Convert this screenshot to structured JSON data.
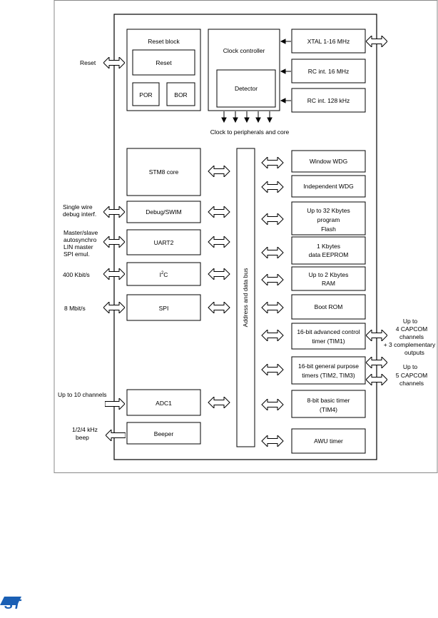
{
  "reset_block": {
    "title": "Reset block",
    "reset": "Reset",
    "por": "POR",
    "bor": "BOR",
    "ext_label": "Reset"
  },
  "clock": {
    "title": "Clock controller",
    "detector": "Detector",
    "xtal": "XTAL 1-16 MHz",
    "rc16": "RC int. 16 MHz",
    "rc128": "RC int. 128 kHz",
    "to_periph": "Clock to peripherals and core"
  },
  "core": {
    "label": "STM8 core"
  },
  "bus": {
    "label": "Address and data bus"
  },
  "left_blocks": {
    "debug": "Debug/SWIM",
    "uart": "UART2",
    "i2c_main": "I",
    "i2c_sup": "2",
    "i2c_tail": "C",
    "spi": "SPI",
    "adc": "ADC1",
    "beeper": "Beeper"
  },
  "left_labels": {
    "swim_l1": "Single wire",
    "swim_l2": "debug interf.",
    "uart_l1": "Master/slave",
    "uart_l2": "autosynchro",
    "uart_l3": "LIN master",
    "uart_l4": "SPI emul.",
    "i2c": "400 Kbit/s",
    "spi": "8 Mbit/s",
    "adc": "Up to 10 channels",
    "beep_l1": "1/2/4 kHz",
    "beep_l2": "beep"
  },
  "right_blocks": {
    "wwdg": "Window WDG",
    "iwdg": "Independent WDG",
    "flash_l1": "Up to 32 Kbytes",
    "flash_l2": "program",
    "flash_l3": "Flash",
    "eeprom_l1": "1 Kbytes",
    "eeprom_l2": "data EEPROM",
    "ram_l1": "Up to 2 Kbytes",
    "ram_l2": "RAM",
    "bootrom": "Boot ROM",
    "tim1_l1": "16-bit advanced control",
    "tim1_l2": "timer (TIM1)",
    "tim23_l1": "16-bit general purpose",
    "tim23_l2": "timers (TIM2, TIM3)",
    "tim4_l1": "8-bit basic timer",
    "tim4_l2": "(TIM4)",
    "awu": "AWU timer"
  },
  "right_labels": {
    "tim1_l1": "Up to",
    "tim1_l2": "4 CAPCOM",
    "tim1_l3": "channels",
    "tim1_l4": "+ 3 complementary",
    "tim1_l5": "outputs",
    "tim23_l1": "Up to",
    "tim23_l2": "5 CAPCOM",
    "tim23_l3": "channels"
  },
  "logo": {
    "text": "ST"
  }
}
